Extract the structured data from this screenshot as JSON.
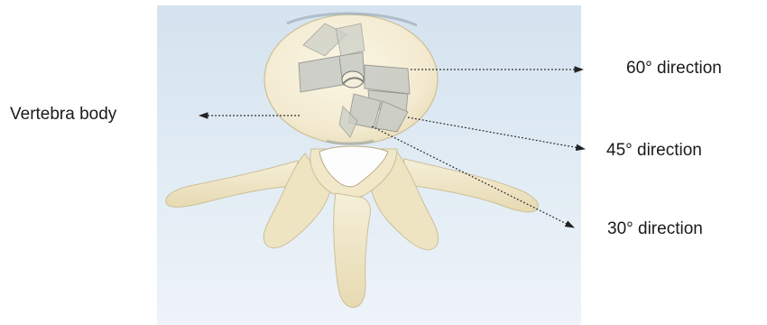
{
  "figure": {
    "labels": {
      "vertebra_body": "Vertebra body",
      "dir60": "60° direction",
      "dir45": "45° direction",
      "dir30": "30° direction"
    },
    "colors": {
      "panel_top": "#d4e3ef",
      "panel_bottom": "#eef4f9",
      "bone_light": "#f7f0d6",
      "bone_mid": "#ece0b8",
      "bone_shadow": "#cbbd93",
      "implant": "#c9ccc6",
      "implant_edge": "#8e918b",
      "arrow": "#222222"
    }
  }
}
